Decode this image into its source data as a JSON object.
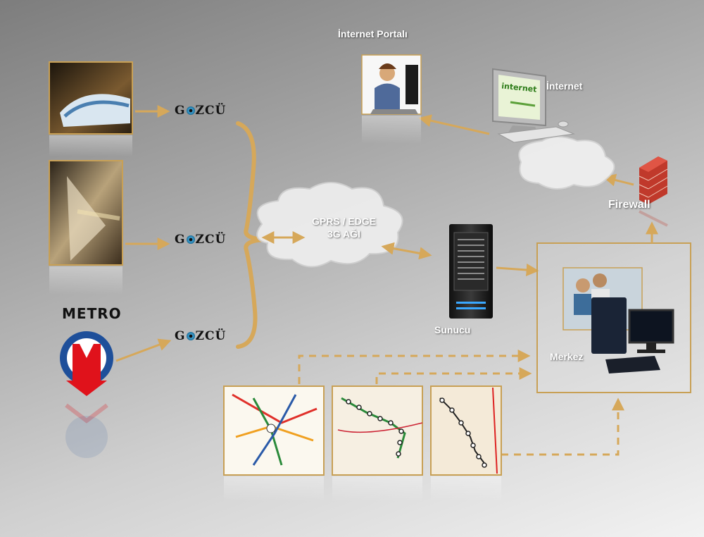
{
  "labels": {
    "internet_portal": "İnternet Portalı",
    "internet": "İnternet",
    "firewall": "Firewall",
    "network_line1": "GPRS / EDGE",
    "network_line2": "3G AĞI",
    "server": "Sunucu",
    "center": "Merkez",
    "metro": "METRO"
  },
  "devices": [
    {
      "brand_prefix": "G",
      "brand_suffix": "ZCÜ"
    },
    {
      "brand_prefix": "G",
      "brand_suffix": "ZCÜ"
    },
    {
      "brand_prefix": "G",
      "brand_suffix": "ZCÜ"
    }
  ],
  "colors": {
    "arrow": "#d6a85a",
    "frame": "#c8a055",
    "metro_red": "#e0121b",
    "metro_blue": "#1e4f9a"
  },
  "icons": {
    "monitor": "internet-monitor-icon",
    "firewall": "brick-wall-icon",
    "server": "server-tower-icon",
    "cloud": "cloud-icon",
    "metro": "metro-logo-icon"
  }
}
